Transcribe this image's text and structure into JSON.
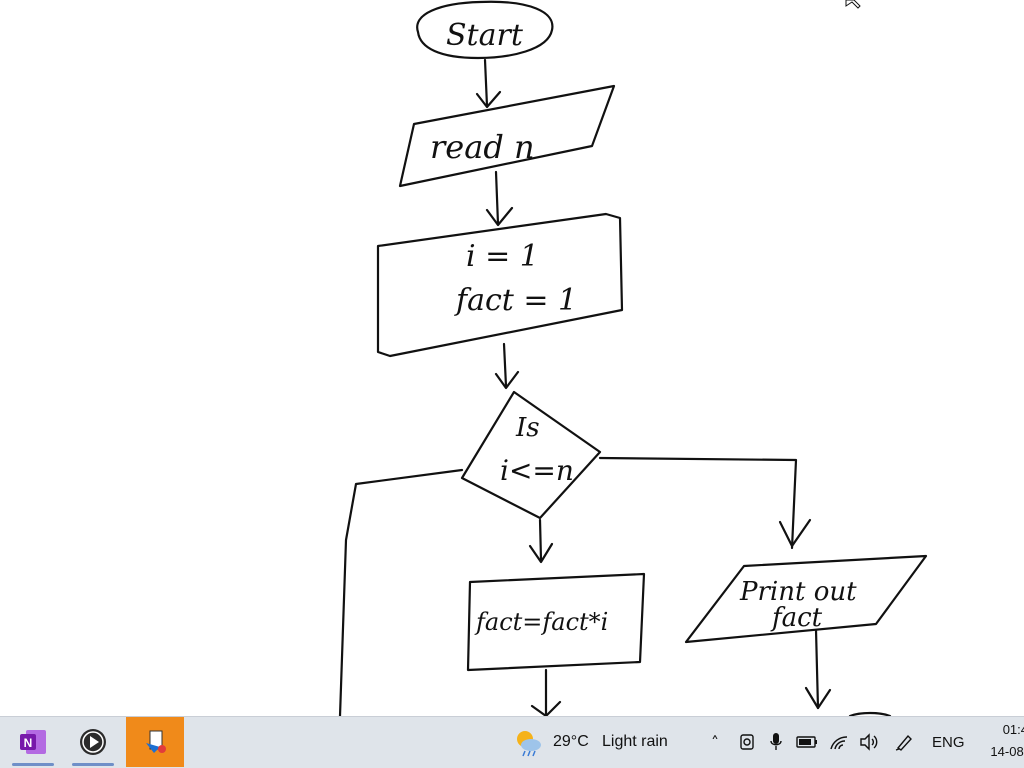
{
  "flowchart": {
    "start": "Start",
    "read": "read n",
    "init_1": "i = 1",
    "init_2": "fact = 1",
    "decision_1": "Is",
    "decision_2": "i<=n",
    "process": "fact=fact*i",
    "output_1": "Print out",
    "output_2": "fact"
  },
  "taskbar": {
    "apps": [
      {
        "name": "OneNote",
        "letter": "N",
        "color": "#7b2fb5"
      },
      {
        "name": "Media player",
        "color": "#2b2b2b"
      },
      {
        "name": "Paint tool",
        "color": "#1e6fd1"
      }
    ],
    "weather_temp": "29°C",
    "weather_desc": "Light rain",
    "language": "ENG",
    "time": "01:4",
    "date": "14-08-"
  },
  "colors": {
    "ink": "#111111",
    "taskbar_bg": "#dfe4ea",
    "active_app": "#f08a1a"
  }
}
